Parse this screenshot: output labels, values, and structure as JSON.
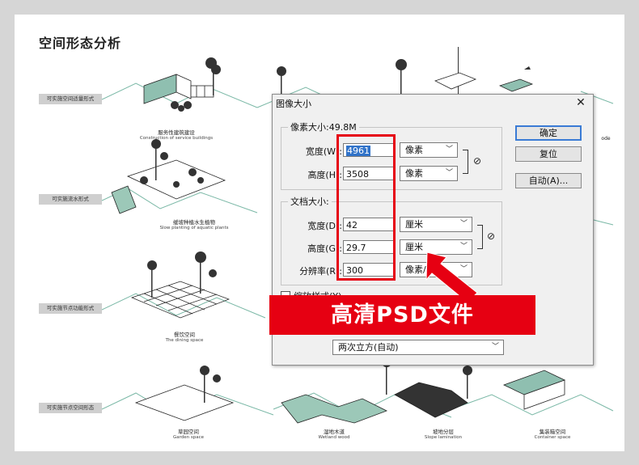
{
  "sheet": {
    "title": "空间形态分析",
    "row_tags": [
      "可实施空间适量形式",
      "可实施流水形式",
      "可实施节点功能形式",
      "可实施节点空间形态"
    ],
    "captions": {
      "service": {
        "zh": "服务性建筑建设",
        "en": "Construction of service buildings"
      },
      "aquatic": {
        "zh": "缓坡种植水生植物",
        "en": "Slow planting of aquatic plants"
      },
      "dining": {
        "zh": "餐饮空间",
        "en": "The dining space"
      },
      "garden": {
        "zh": "草园空间",
        "en": "Garden space"
      },
      "wetland": {
        "zh": "湿地木道",
        "en": "Wetland wood"
      },
      "slope": {
        "zh": "坡地分层",
        "en": "Slope lamination"
      },
      "container": {
        "zh": "集装箱空间",
        "en": "Container space"
      },
      "partial_right": "ode"
    }
  },
  "dialog": {
    "title": "图像大小",
    "close_label": "✕",
    "pixel_group": {
      "legend": "像素大小:49.8M",
      "width_label": "宽度(W):",
      "width_value": "4961",
      "width_unit": "像素",
      "height_label": "高度(H):",
      "height_value": "3508",
      "height_unit": "像素"
    },
    "doc_group": {
      "legend": "文档大小:",
      "width_label": "宽度(D):",
      "width_value": "42",
      "width_unit": "厘米",
      "height_label": "高度(G):",
      "height_value": "29.7",
      "height_unit": "厘米",
      "res_label": "分辨率(R):",
      "res_value": "300",
      "res_unit": "像素/英寸"
    },
    "buttons": {
      "ok": "确定",
      "reset": "复位",
      "auto": "自动(A)..."
    },
    "checkbox_label": "缩放样式(Y)",
    "resample_value": "两次立方(自动)"
  },
  "overlay": {
    "banner_text": "高清PSD文件",
    "highlight_color": "#e60012"
  }
}
